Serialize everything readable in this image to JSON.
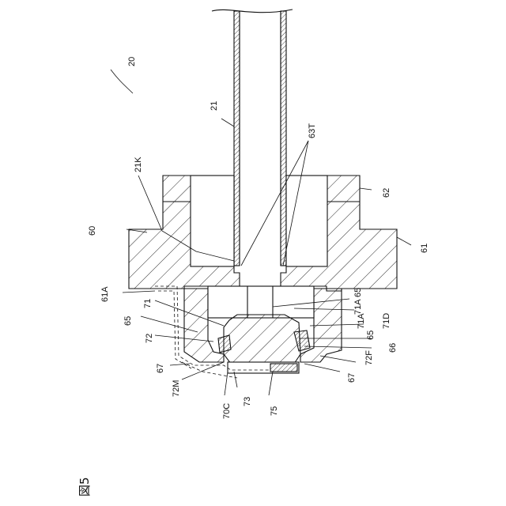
{
  "figure": {
    "label": "図5",
    "labels": {
      "l20": "20",
      "l21": "21",
      "l21K": "21K",
      "l63T": "63T",
      "l60": "60",
      "l62": "62",
      "l61": "61",
      "l61A": "61A",
      "l71": "71",
      "l65a": "65",
      "l72": "72",
      "l67a": "67",
      "l72M": "72M",
      "l70C": "70C",
      "l73": "73",
      "l75": "75",
      "l71A65": "71A 65",
      "l71A": "71A",
      "l65b": "65",
      "l71D": "71D",
      "l66": "66",
      "l67b": "67",
      "l72F": "72F"
    }
  },
  "colors": {
    "ink": "#111111",
    "hatch": "#111111",
    "paper": "#ffffff"
  }
}
